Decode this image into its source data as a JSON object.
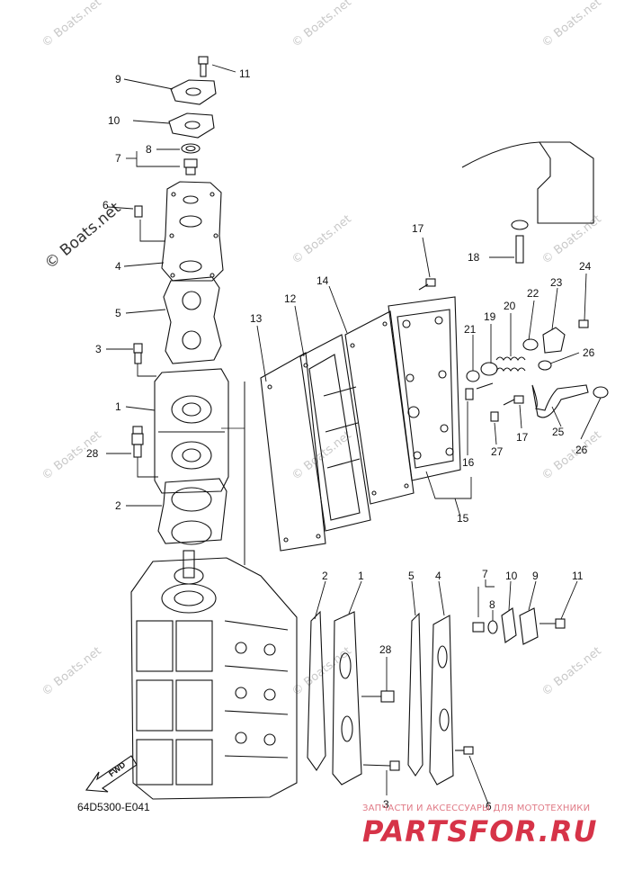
{
  "diagram": {
    "code": "64D5300-E041",
    "fwd_label": "FWD",
    "callouts": [
      "1",
      "2",
      "3",
      "4",
      "5",
      "6",
      "7",
      "8",
      "9",
      "10",
      "11",
      "12",
      "13",
      "14",
      "15",
      "16",
      "17",
      "18",
      "19",
      "20",
      "21",
      "22",
      "23",
      "24",
      "25",
      "26",
      "27",
      "28"
    ]
  },
  "watermarks": {
    "small": "© Boats.net",
    "big": "© Boats.net"
  },
  "brand": {
    "subtitle": "ЗАПЧАСТИ И АКСЕССУАРЫ ДЛЯ МОТОТЕХНИКИ",
    "name": "PARTSFOR.RU"
  }
}
